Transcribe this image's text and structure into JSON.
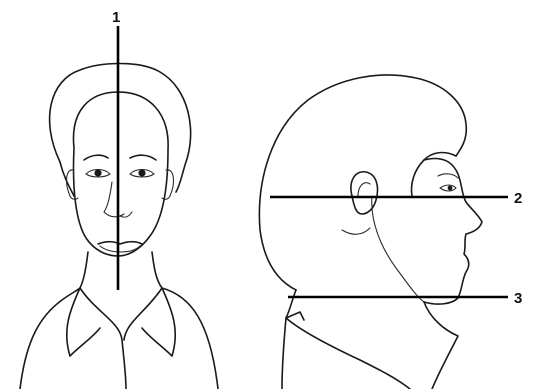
{
  "labels": {
    "line1": "1",
    "line2": "2",
    "line3": "3"
  }
}
